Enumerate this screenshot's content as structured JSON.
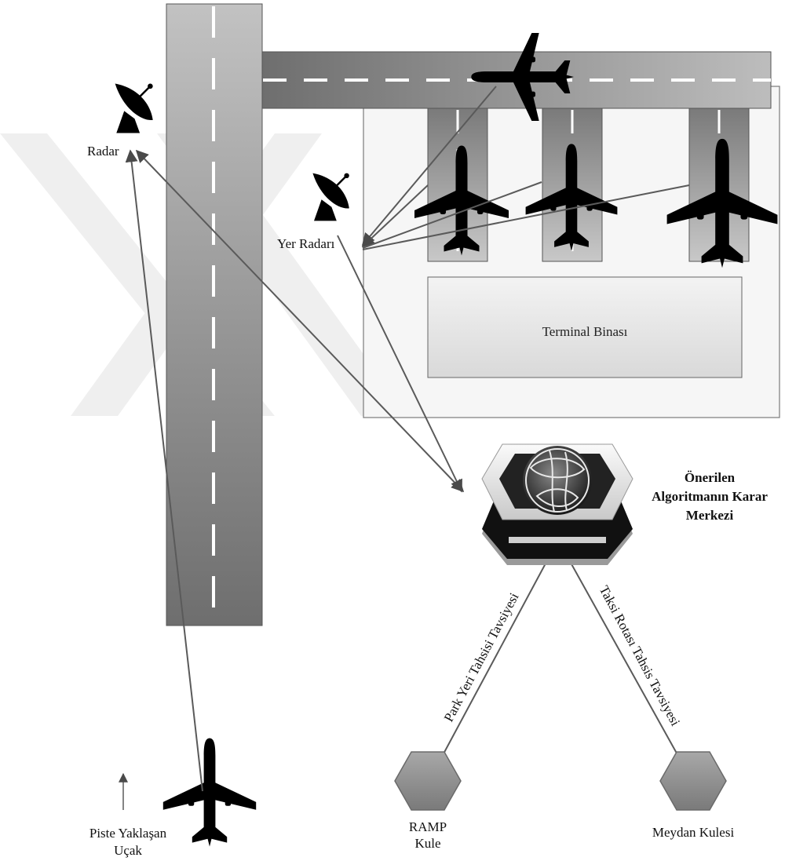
{
  "labels": {
    "radar": "Radar",
    "ground_radar": "Yer Radarı",
    "terminal": "Terminal Binası",
    "decision_center": [
      "Önerilen",
      "Algoritmanın Karar",
      "Merkezi"
    ],
    "park_recommendation": "Park Yeri Tahsisi Tavsiyesi",
    "taxi_recommendation": "Taksi Rotası Tahsis Tavsiyesi",
    "ramp_tower": [
      "RAMP",
      "Kule"
    ],
    "field_tower": "Meydan Kulesi",
    "approaching_aircraft": [
      "Piste Yaklaşan",
      "Uçak"
    ]
  },
  "colors": {
    "runway_dark": "#7a7a7a",
    "runway_light": "#b8b8b8",
    "apron_bg": "#f6f6f6",
    "terminal_fill": "#e2e2e2",
    "arrow": "#5a5a5a",
    "hexagon": "#8f8f8f",
    "aircraft": "#000000"
  }
}
